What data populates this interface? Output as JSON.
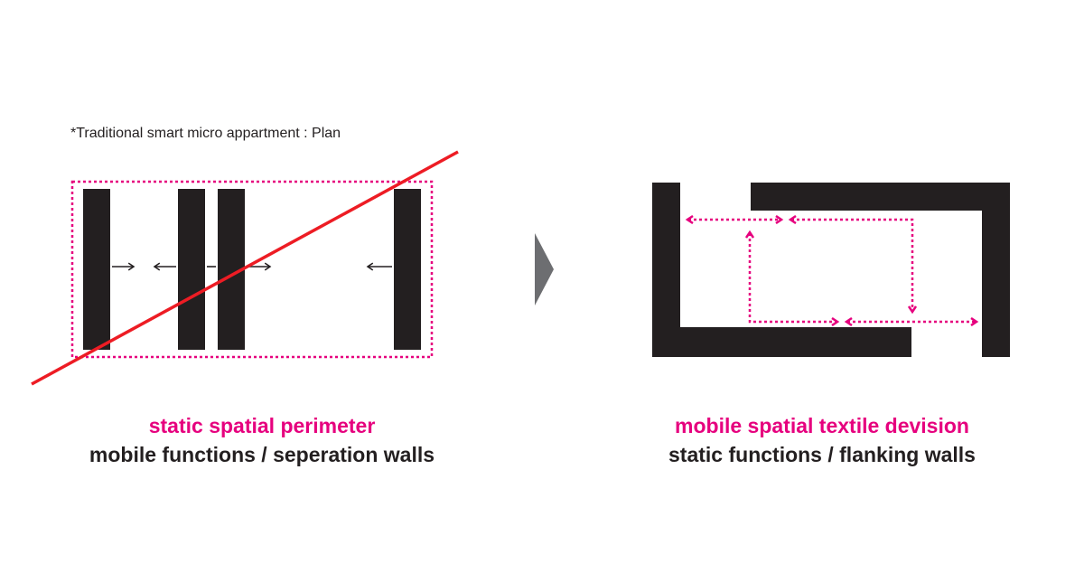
{
  "left_panel": {
    "note": "*Traditional smart micro appartment : Plan",
    "title": "static spatial perimeter",
    "subtitle": "mobile functions / seperation walls"
  },
  "right_panel": {
    "title": "mobile spatial textile devision",
    "subtitle": "static functions / flanking walls"
  },
  "colors": {
    "accent": "#e6007e",
    "wall": "#231f20",
    "strike": "#ed1c24",
    "arrow": "#6d6e71"
  }
}
